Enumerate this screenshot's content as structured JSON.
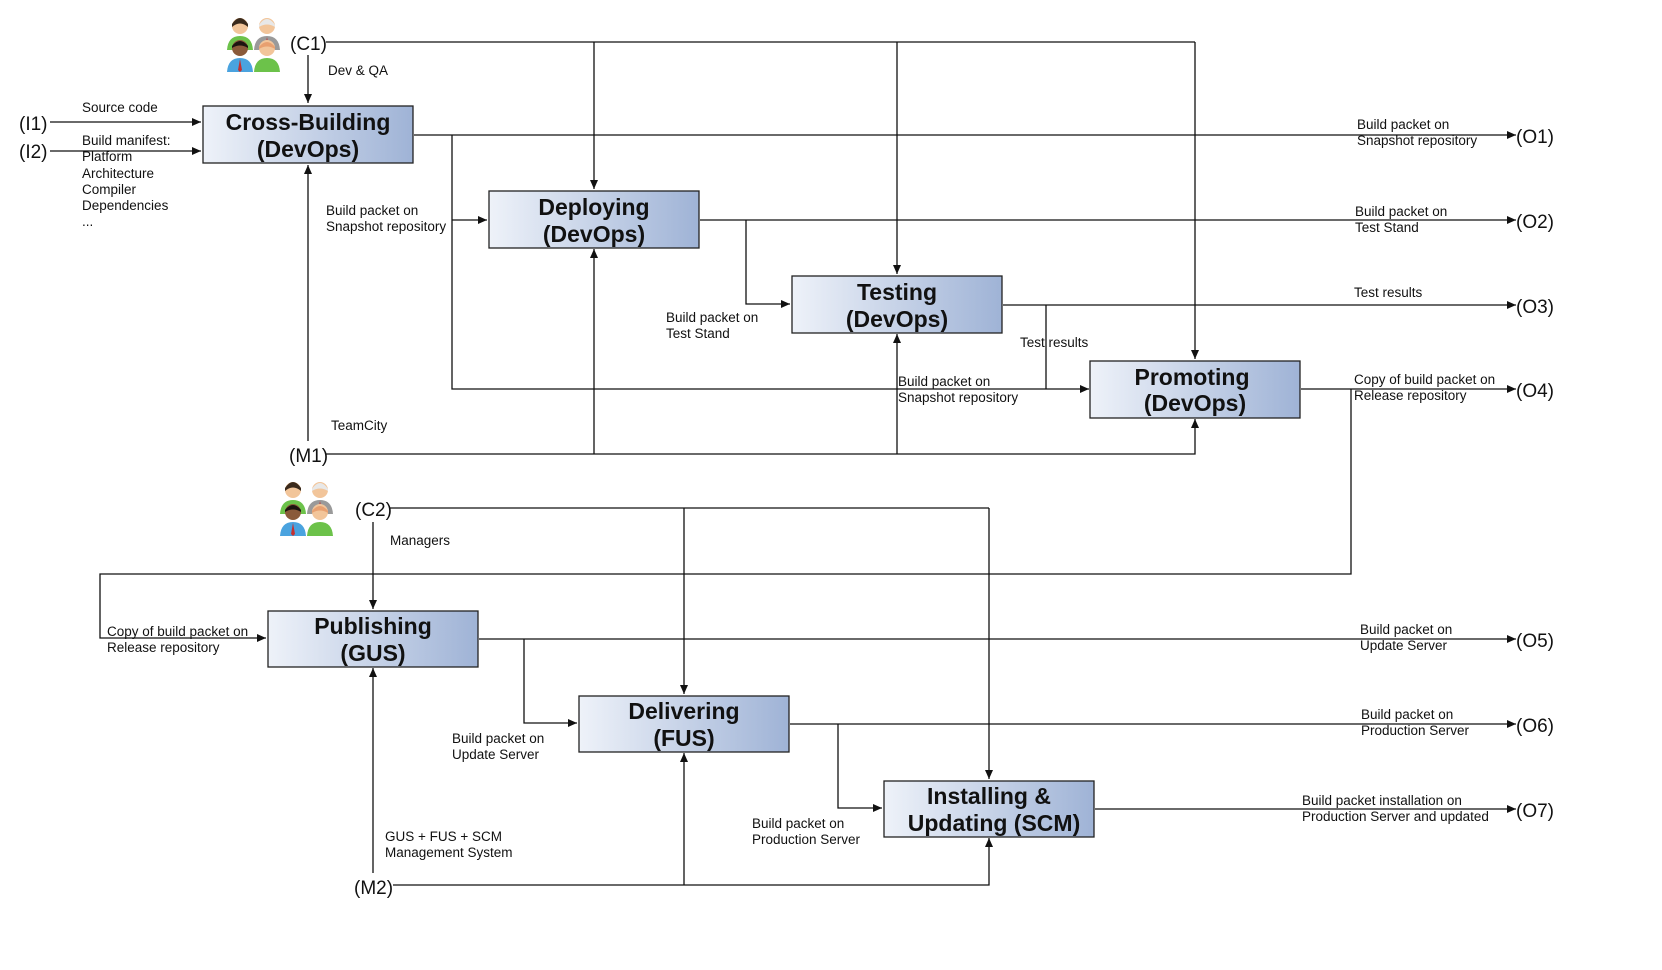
{
  "colors": {
    "box_gradient_start": "#eef2f9",
    "box_gradient_end": "#9fb3d6",
    "line": "#111111",
    "person_hair": "#3a2a1c",
    "person_green": "#6cc24a",
    "person_blue": "#4aa3df",
    "person_gray": "#9a9a9a"
  },
  "icons": [
    "people-group-icon",
    "arrow-icon"
  ],
  "boxes": {
    "cross_building": {
      "line1": "Cross-Building",
      "line2": "(DevOps)"
    },
    "deploying": {
      "line1": "Deploying",
      "line2": "(DevOps)"
    },
    "testing": {
      "line1": "Testing",
      "line2": "(DevOps)"
    },
    "promoting": {
      "line1": "Promoting",
      "line2": "(DevOps)"
    },
    "publishing": {
      "line1": "Publishing",
      "line2": "(GUS)"
    },
    "delivering": {
      "line1": "Delivering",
      "line2": "(FUS)"
    },
    "installing": {
      "line1": "Installing &",
      "line2": "Updating (SCM)"
    }
  },
  "terminals": {
    "c1": "(C1)",
    "c2": "(C2)",
    "m1": "(M1)",
    "m2": "(M2)",
    "i1": "(I1)",
    "i2": "(I2)",
    "o1": "(O1)",
    "o2": "(O2)",
    "o3": "(O3)",
    "o4": "(O4)",
    "o5": "(O5)",
    "o6": "(O6)",
    "o7": "(O7)"
  },
  "labels": {
    "dev_qa": "Dev & QA",
    "source_code": "Source code",
    "build_manifest": [
      "Build manifest:",
      "Platform",
      "Architecture",
      "Compiler",
      "Dependencies",
      "..."
    ],
    "o1": [
      "Build packet on",
      "Snapshot repository"
    ],
    "o2": [
      "Build packet on",
      "Test Stand"
    ],
    "o3": "Test results",
    "o4": [
      "Copy of build packet on",
      "Release repository"
    ],
    "snapshot_to_deploy": [
      "Build packet on",
      "Snapshot repository"
    ],
    "test_stand_to_testing": [
      "Build packet on",
      "Test Stand"
    ],
    "test_results_to_promoting": "Test results",
    "snapshot_to_promoting": [
      "Build packet on",
      "Snapshot repository"
    ],
    "teamcity": "TeamCity",
    "managers": "Managers",
    "release_to_publishing": [
      "Copy of build packet on",
      "Release repository"
    ],
    "o5": [
      "Build packet on",
      "Update Server"
    ],
    "o6": [
      "Build packet on",
      "Production Server"
    ],
    "o7": [
      "Build packet installation on",
      "Production Server  and updated"
    ],
    "update_to_delivering": [
      "Build packet on",
      "Update Server"
    ],
    "production_to_installing": [
      "Build packet on",
      "Production Server"
    ],
    "m2_system": [
      "GUS + FUS + SCM",
      "Management System"
    ]
  }
}
